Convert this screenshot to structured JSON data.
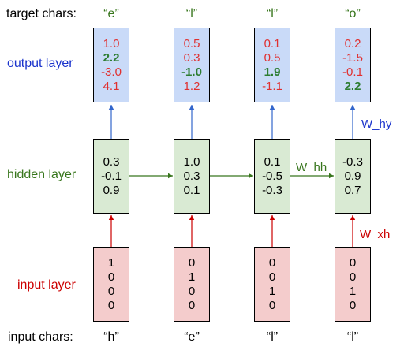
{
  "labels": {
    "target_chars": "target chars:",
    "output_layer": "output layer",
    "hidden_layer": "hidden layer",
    "input_layer": "input layer",
    "input_chars": "input chars:",
    "w_hh": "W_hh",
    "w_hy": "W_hy",
    "w_xh": "W_xh"
  },
  "colors": {
    "output_box": "#c9daf8",
    "hidden_box": "#d9ead3",
    "input_box": "#f4cccc",
    "blue_arrow": "#3366cc",
    "green_arrow": "#38761d",
    "red_arrow": "#cc0000"
  },
  "steps": [
    {
      "target_char": "“e”",
      "input_char": "“h”",
      "output": [
        "1.0",
        "2.2",
        "-3.0",
        "4.1"
      ],
      "output_highlight": 1,
      "hidden": [
        "0.3",
        "-0.1",
        "0.9"
      ],
      "input": [
        "1",
        "0",
        "0",
        "0"
      ]
    },
    {
      "target_char": "“l”",
      "input_char": "“e”",
      "output": [
        "0.5",
        "0.3",
        "-1.0",
        "1.2"
      ],
      "output_highlight": 2,
      "hidden": [
        "1.0",
        "0.3",
        "0.1"
      ],
      "input": [
        "0",
        "1",
        "0",
        "0"
      ]
    },
    {
      "target_char": "“l”",
      "input_char": "“l”",
      "output": [
        "0.1",
        "0.5",
        "1.9",
        "-1.1"
      ],
      "output_highlight": 2,
      "hidden": [
        "0.1",
        "-0.5",
        "-0.3"
      ],
      "input": [
        "0",
        "0",
        "1",
        "0"
      ]
    },
    {
      "target_char": "“o”",
      "input_char": "“l”",
      "output": [
        "0.2",
        "-1.5",
        "-0.1",
        "2.2"
      ],
      "output_highlight": 3,
      "hidden": [
        "-0.3",
        "0.9",
        "0.7"
      ],
      "input": [
        "0",
        "0",
        "1",
        "0"
      ]
    }
  ]
}
